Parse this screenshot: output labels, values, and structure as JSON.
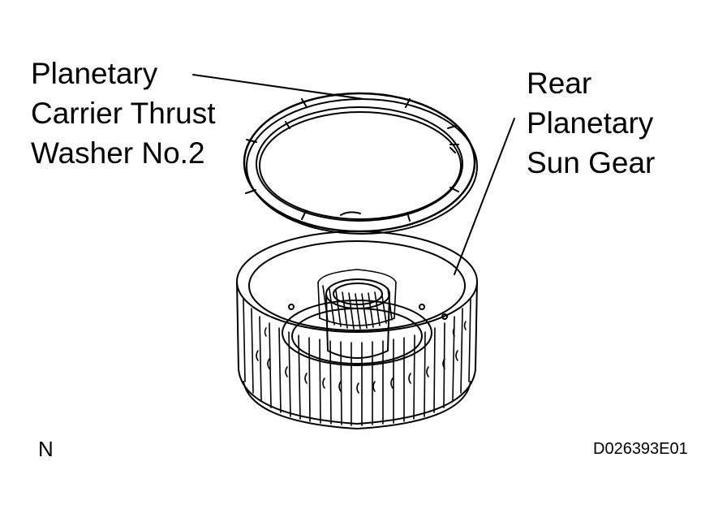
{
  "labels": {
    "washer": {
      "line1": "Planetary",
      "line2": "Carrier Thrust",
      "line3": "Washer No.2"
    },
    "sun_gear": {
      "line1": "Rear",
      "line2": "Planetary",
      "line3": "Sun Gear"
    }
  },
  "view_code": "N",
  "figure_id": "D026393E01",
  "colors": {
    "ink": "#000000",
    "background": "#ffffff"
  }
}
